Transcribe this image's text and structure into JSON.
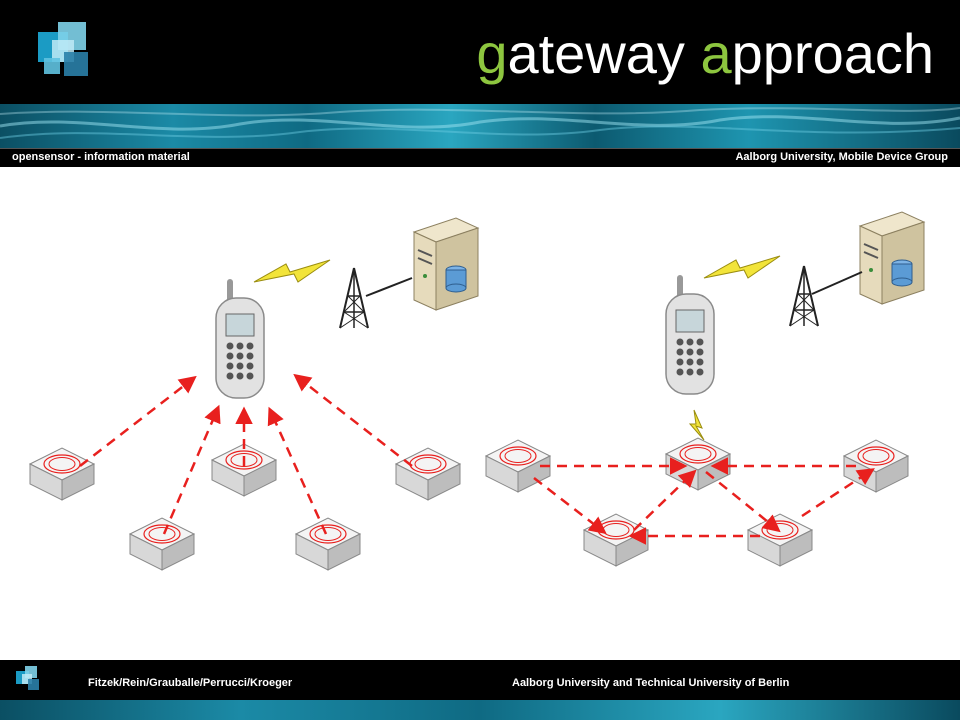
{
  "header": {
    "title_first_letter": "g",
    "title_word1_rest": "ateway ",
    "title_word2_first_letter": "a",
    "title_word2_rest": "pproach",
    "title_color": "#ffffff",
    "accent_color": "#8dc63f"
  },
  "subheader": {
    "left": "opensensor  - information material",
    "right": "Aalborg University, Mobile Device Group"
  },
  "footer": {
    "authors": "Fitzek/Rein/Grauballe/Perrucci/Kroeger",
    "institutions": "Aalborg University and Technical University  of Berlin"
  },
  "diagram": {
    "arrow_color": "#e8201e",
    "left_panel": {
      "mode": "each-sensor-to-phone",
      "elements": [
        "phone",
        "tower",
        "server",
        "lightning-link",
        "sensor-nodes"
      ]
    },
    "right_panel": {
      "mode": "sensor-mesh-then-gateway",
      "elements": [
        "phone",
        "tower",
        "server",
        "lightning-link",
        "sensor-nodes",
        "gateway-link"
      ]
    }
  }
}
